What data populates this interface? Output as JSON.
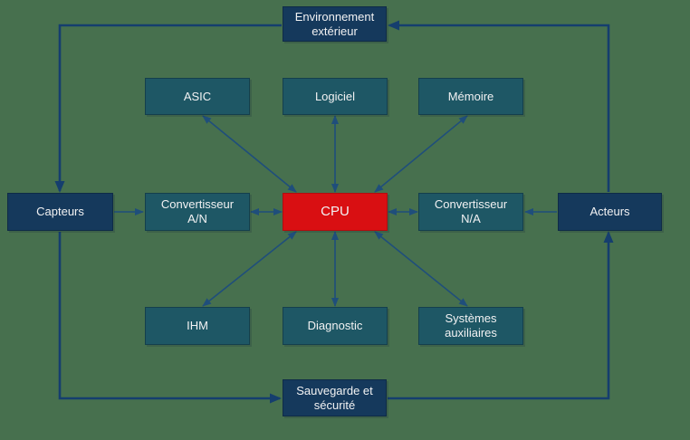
{
  "diagram": {
    "type": "block-diagram",
    "background_color": "#47704E",
    "colors": {
      "node_navy": "#15395C",
      "node_teal": "#1E5765",
      "node_red": "#D90F12",
      "arrow_inner": "#1F4E7B",
      "arrow_outer": "#153E6E",
      "text": "#F2F2F3"
    },
    "nodes": {
      "environnement": {
        "label": "Environnement extérieur"
      },
      "asic": {
        "label": "ASIC"
      },
      "logiciel": {
        "label": "Logiciel"
      },
      "memoire": {
        "label": "Mémoire"
      },
      "capteurs": {
        "label": "Capteurs"
      },
      "conv_an": {
        "label": "Convertisseur A/N"
      },
      "cpu": {
        "label": "CPU"
      },
      "conv_na": {
        "label": "Convertisseur N/A"
      },
      "acteurs": {
        "label": "Acteurs"
      },
      "ihm": {
        "label": "IHM"
      },
      "diagnostic": {
        "label": "Diagnostic"
      },
      "sys_aux": {
        "label": "Systèmes auxiliaires"
      },
      "sauvegarde": {
        "label": "Sauvegarde et sécurité"
      }
    },
    "edges": [
      {
        "from": "environnement",
        "to": "capteurs",
        "style": "directed"
      },
      {
        "from": "capteurs",
        "to": "sauvegarde",
        "style": "directed"
      },
      {
        "from": "sauvegarde",
        "to": "acteurs",
        "style": "directed"
      },
      {
        "from": "acteurs",
        "to": "environnement",
        "style": "directed"
      },
      {
        "from": "capteurs",
        "to": "conv_an",
        "style": "directed"
      },
      {
        "from": "acteurs",
        "to": "conv_na",
        "style": "directed"
      },
      {
        "from": "cpu",
        "to": "asic",
        "style": "bidirectional"
      },
      {
        "from": "cpu",
        "to": "logiciel",
        "style": "bidirectional"
      },
      {
        "from": "cpu",
        "to": "memoire",
        "style": "bidirectional"
      },
      {
        "from": "cpu",
        "to": "conv_an",
        "style": "bidirectional"
      },
      {
        "from": "cpu",
        "to": "conv_na",
        "style": "bidirectional"
      },
      {
        "from": "cpu",
        "to": "ihm",
        "style": "bidirectional"
      },
      {
        "from": "cpu",
        "to": "diagnostic",
        "style": "bidirectional"
      },
      {
        "from": "cpu",
        "to": "sys_aux",
        "style": "bidirectional"
      }
    ]
  }
}
